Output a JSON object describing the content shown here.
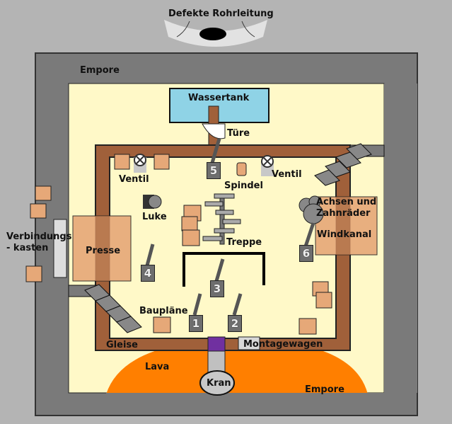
{
  "title": "Defekte Rohrleitung",
  "labels": {
    "empore_top": "Empore",
    "empore_bottom": "Empore",
    "wassertank": "Wassertank",
    "tuere": "Türe",
    "ventil_left": "Ventil",
    "ventil_right": "Ventil",
    "spindel": "Spindel",
    "luke": "Luke",
    "achsen": "Achsen und",
    "zahnraeder": "Zahnräder",
    "windkanal": "Windkanal",
    "verbindungskasten_1": "Verbindungs",
    "verbindungskasten_2": "- kasten",
    "presse": "Presse",
    "treppe": "Treppe",
    "bauplaene": "Baupläne",
    "gleise": "Gleise",
    "montagewagen": "Montagewagen",
    "lava": "Lava",
    "kran": "Kran"
  },
  "levers": [
    "1",
    "2",
    "3",
    "4",
    "5",
    "6"
  ],
  "colors": {
    "outer_gray": "#b4b4b4",
    "empore": "#7a7a7a",
    "floor": "#fff9c8",
    "rail": "#a0603a",
    "water": "#8fd3e6",
    "crate": "#e6a878",
    "lava": "#ff7f00",
    "purple": "#7030a0"
  }
}
